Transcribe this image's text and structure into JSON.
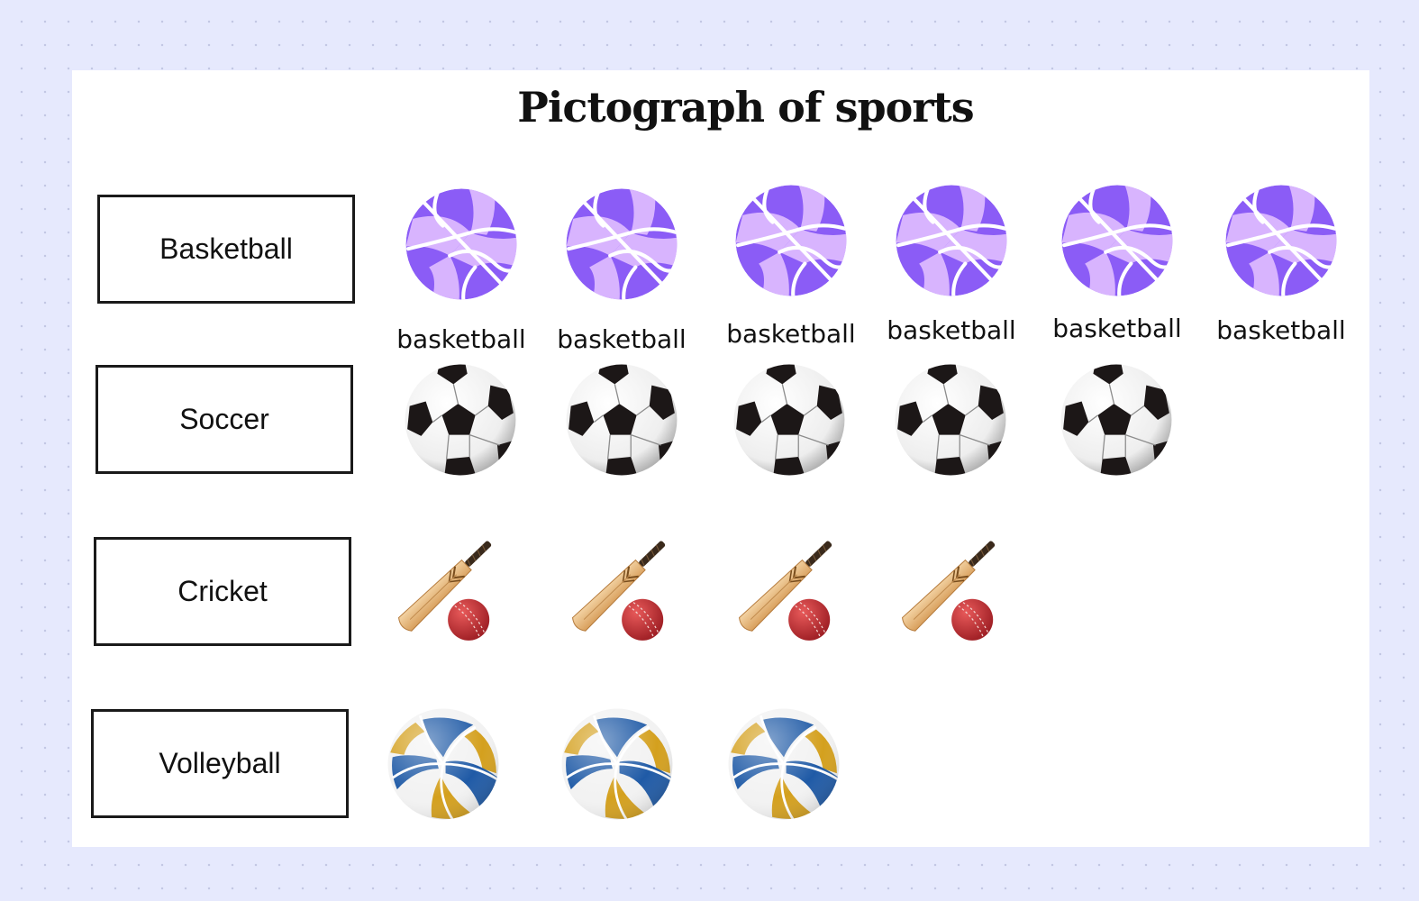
{
  "chart_data": {
    "type": "pictograph",
    "title": "Pictograph of sports",
    "categories": [
      "Basketball",
      "Soccer",
      "Cricket",
      "Volleyball"
    ],
    "values": [
      6,
      5,
      4,
      3
    ],
    "icons": [
      "basketball-icon",
      "soccer-ball-icon",
      "cricket-bat-ball-icon",
      "volleyball-icon"
    ],
    "icon_caption": [
      "basketball",
      "",
      "",
      ""
    ],
    "colors": {
      "basketball_dark": "#8b5cf6",
      "basketball_light": "#d8b4fe",
      "label_border": "#1a1a1a",
      "background": "#e6e9fd"
    }
  }
}
